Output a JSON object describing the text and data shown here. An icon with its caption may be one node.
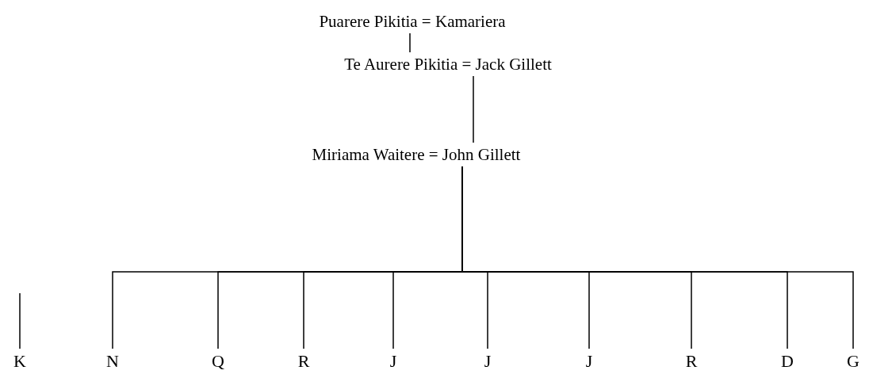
{
  "diagram": {
    "nodes": [
      {
        "text": [
          "Puarere Pikitia = Kamariera"
        ]
      },
      {
        "text": [
          "Te Aurere Pikitia = Jack Gillett"
        ]
      },
      {
        "text": [
          "Miriama Waitere = John Gillett"
        ]
      },
      {
        "text": [
          "K"
        ]
      },
      {
        "text": [
          "N"
        ]
      },
      {
        "text": [
          "Q"
        ]
      },
      {
        "text": [
          "R"
        ]
      },
      {
        "text": [
          "J"
        ]
      },
      {
        "text": [
          "J"
        ]
      },
      {
        "text": [
          "J"
        ]
      },
      {
        "text": [
          "R"
        ]
      },
      {
        "text": [
          "D"
        ]
      },
      {
        "text": [
          "G"
        ]
      }
    ],
    "edges": [
      {
        "from": 0,
        "to": 1,
        "arrow": "none"
      },
      {
        "from": 1,
        "to": 2,
        "arrow": "none"
      },
      {
        "from": null,
        "to": 3,
        "arrow": "none"
      },
      {
        "from": 2,
        "to": 4,
        "arrow": "none"
      },
      {
        "from": 2,
        "to": 5,
        "arrow": "none"
      },
      {
        "from": 2,
        "to": 6,
        "arrow": "none"
      },
      {
        "from": 2,
        "to": 7,
        "arrow": "none"
      },
      {
        "from": 2,
        "to": 8,
        "arrow": "none"
      },
      {
        "from": 2,
        "to": 9,
        "arrow": "none"
      },
      {
        "from": 2,
        "to": 10,
        "arrow": "none"
      },
      {
        "from": 2,
        "to": 11,
        "arrow": "none"
      },
      {
        "from": 2,
        "to": 12,
        "arrow": "none"
      }
    ]
  }
}
